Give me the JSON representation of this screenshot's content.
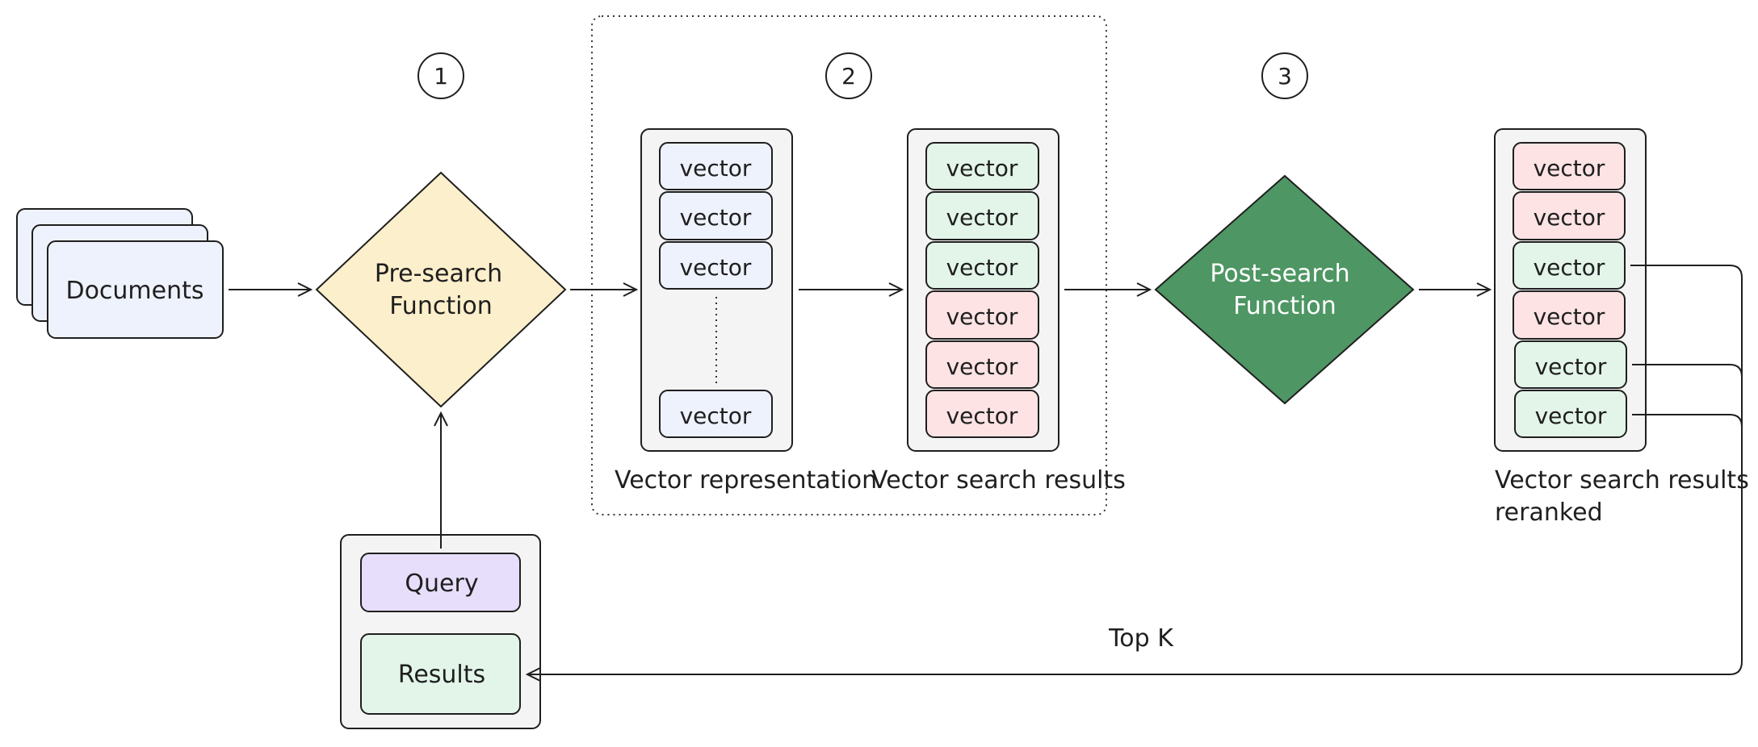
{
  "steps": [
    "1",
    "2",
    "3"
  ],
  "documents": {
    "label": "Documents"
  },
  "pre_search": {
    "line1": "Pre-search",
    "line2": "Function"
  },
  "post_search": {
    "line1": "Post-search",
    "line2": "Function"
  },
  "vector_label": "vector",
  "vector_representation": {
    "caption": "Vector representation",
    "cells": [
      "vector",
      "vector",
      "vector",
      "vector"
    ]
  },
  "vector_search_results": {
    "caption": "Vector search results",
    "cells": [
      "vector",
      "vector",
      "vector",
      "vector",
      "vector",
      "vector"
    ]
  },
  "reranked": {
    "caption_line1": "Vector search results",
    "caption_line2": "reranked",
    "cells": [
      "vector",
      "vector",
      "vector",
      "vector",
      "vector",
      "vector"
    ]
  },
  "query_box": {
    "query": "Query",
    "results": "Results"
  },
  "top_k": "Top K",
  "colors": {
    "blue_fill": "#eef2fc",
    "green_fill": "#e3f5e9",
    "red_fill": "#fde3e4",
    "yellow_fill": "#fcefcb",
    "dark_green_fill": "#4e9663",
    "purple_fill": "#e7defb",
    "panel_fill": "#f4f4f4",
    "stroke": "#1f1f1f"
  }
}
